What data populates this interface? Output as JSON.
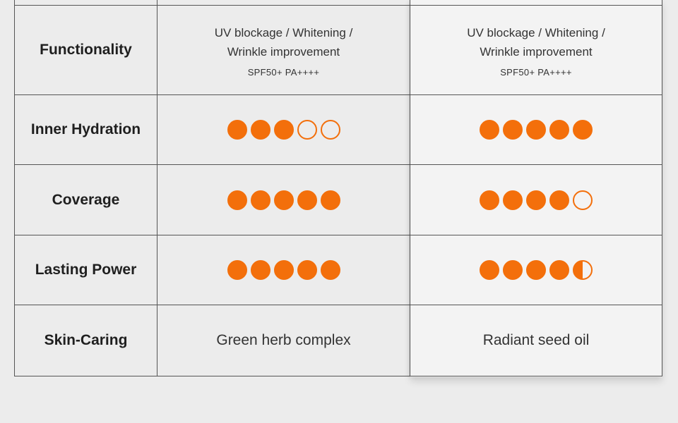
{
  "colors": {
    "accent": "#f36f0b"
  },
  "functionality": {
    "label": "Functionality",
    "products": [
      {
        "main_line1": "UV blockage / Whitening /",
        "main_line2": "Wrinkle improvement",
        "spf": "SPF50+ PA++++"
      },
      {
        "main_line1": "UV blockage / Whitening /",
        "main_line2": "Wrinkle improvement",
        "spf": "SPF50+ PA++++"
      }
    ]
  },
  "ratings": [
    {
      "label": "Inner Hydration",
      "values": [
        3,
        5
      ]
    },
    {
      "label": "Coverage",
      "values": [
        5,
        4
      ]
    },
    {
      "label": "Lasting Power",
      "values": [
        5,
        4.5
      ]
    }
  ],
  "skin_caring": {
    "label": "Skin-Caring",
    "values": [
      "Green herb complex",
      "Radiant seed oil"
    ]
  }
}
